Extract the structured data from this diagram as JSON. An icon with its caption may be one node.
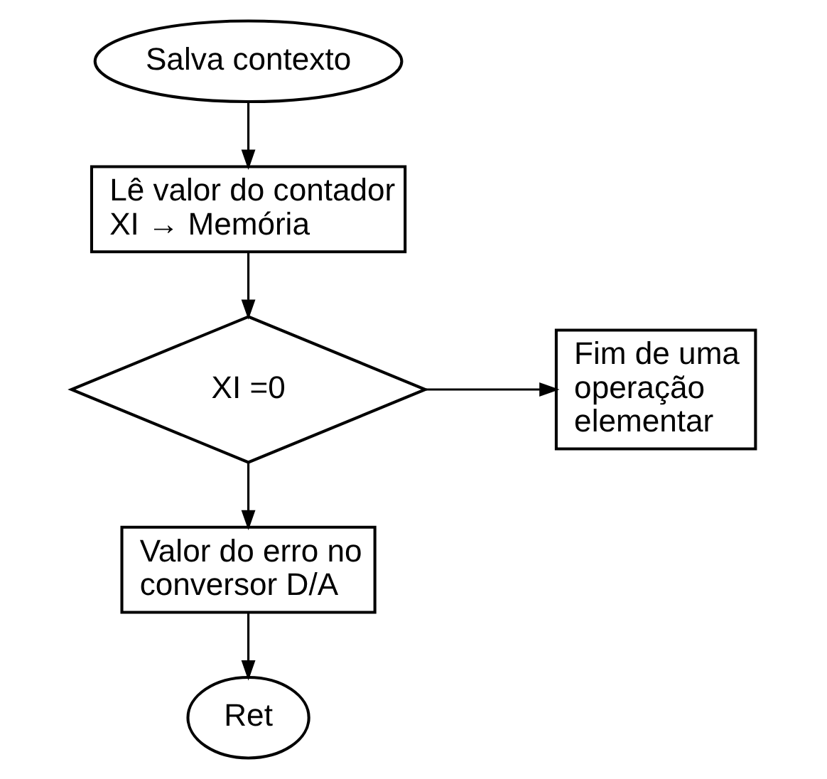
{
  "diagram": {
    "nodes": [
      {
        "text": [
          "Salva contexto"
        ]
      },
      {
        "text": [
          "Lê valor do contador XI → Memória"
        ]
      },
      {
        "text": [
          "XI =0"
        ]
      },
      {
        "text": [
          "Fim de uma operação elementar"
        ]
      },
      {
        "text": [
          "Valor do erro no conversor D/A"
        ]
      },
      {
        "text": [
          "Ret"
        ]
      }
    ],
    "edges": [
      {
        "from": 0,
        "to": 1,
        "arrow": "to"
      },
      {
        "from": 1,
        "to": 2,
        "arrow": "to"
      },
      {
        "from": 2,
        "to": 3,
        "arrow": "to"
      },
      {
        "from": 2,
        "to": 4,
        "arrow": "to"
      },
      {
        "from": 4,
        "to": 5,
        "arrow": "to"
      }
    ]
  }
}
